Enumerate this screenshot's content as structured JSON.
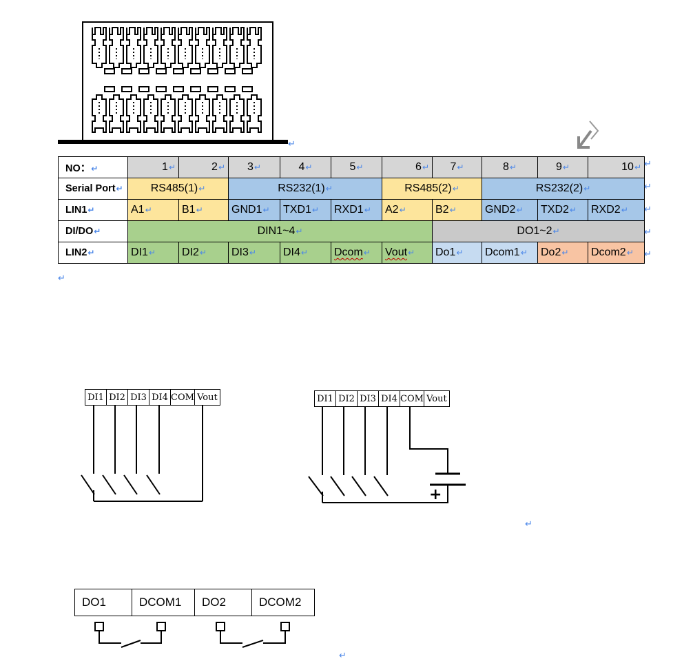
{
  "pin_table": {
    "rows": [
      {
        "header": "NO：",
        "cells": [
          {
            "text": "1",
            "span": 1,
            "color": "gray",
            "align": "right"
          },
          {
            "text": "2",
            "span": 1,
            "color": "gray",
            "align": "right"
          },
          {
            "text": "3",
            "span": 1,
            "color": "gray",
            "align": "center"
          },
          {
            "text": "4",
            "span": 1,
            "color": "gray",
            "align": "center"
          },
          {
            "text": "5",
            "span": 1,
            "color": "gray",
            "align": "center"
          },
          {
            "text": "6",
            "span": 1,
            "color": "gray",
            "align": "right"
          },
          {
            "text": "7",
            "span": 1,
            "color": "gray",
            "align": "center"
          },
          {
            "text": "8",
            "span": 1,
            "color": "gray",
            "align": "center"
          },
          {
            "text": "9",
            "span": 1,
            "color": "gray",
            "align": "center"
          },
          {
            "text": "10",
            "span": 1,
            "color": "gray",
            "align": "right"
          }
        ]
      },
      {
        "header": "Serial Port",
        "cells": [
          {
            "text": "RS485(1)",
            "span": 2,
            "color": "yellow",
            "align": "center"
          },
          {
            "text": "RS232(1)",
            "span": 3,
            "color": "blue",
            "align": "center"
          },
          {
            "text": "RS485(2)",
            "span": 2,
            "color": "yellow",
            "align": "center"
          },
          {
            "text": "RS232(2)",
            "span": 3,
            "color": "blue",
            "align": "center"
          }
        ]
      },
      {
        "header": "LIN1",
        "cells": [
          {
            "text": "A1",
            "span": 1,
            "color": "yellow",
            "align": "left"
          },
          {
            "text": "B1",
            "span": 1,
            "color": "yellow",
            "align": "left"
          },
          {
            "text": "GND1",
            "span": 1,
            "color": "blue",
            "align": "left"
          },
          {
            "text": "TXD1",
            "span": 1,
            "color": "blue",
            "align": "left"
          },
          {
            "text": "RXD1",
            "span": 1,
            "color": "blue",
            "align": "left"
          },
          {
            "text": "A2",
            "span": 1,
            "color": "yellow",
            "align": "left"
          },
          {
            "text": "B2",
            "span": 1,
            "color": "yellow",
            "align": "left"
          },
          {
            "text": "GND2",
            "span": 1,
            "color": "blue",
            "align": "left"
          },
          {
            "text": "TXD2",
            "span": 1,
            "color": "blue",
            "align": "left"
          },
          {
            "text": "RXD2",
            "span": 1,
            "color": "blue",
            "align": "left"
          }
        ]
      },
      {
        "header": "DI/DO",
        "cells": [
          {
            "text": "DIN1~4",
            "span": 6,
            "color": "green",
            "align": "center"
          },
          {
            "text": "DO1~2",
            "span": 4,
            "color": "dgray",
            "align": "center"
          }
        ]
      },
      {
        "header": "LIN2",
        "cells": [
          {
            "text": "DI1",
            "span": 1,
            "color": "green",
            "align": "left"
          },
          {
            "text": "DI2",
            "span": 1,
            "color": "green",
            "align": "left"
          },
          {
            "text": "DI3",
            "span": 1,
            "color": "green",
            "align": "left"
          },
          {
            "text": "DI4",
            "span": 1,
            "color": "green",
            "align": "left"
          },
          {
            "text": "Dcom",
            "span": 1,
            "color": "green",
            "align": "left",
            "squiggle": true
          },
          {
            "text": "Vout",
            "span": 1,
            "color": "green",
            "align": "left",
            "squiggle": true
          },
          {
            "text": "Do1",
            "span": 1,
            "color": "lblue",
            "align": "left"
          },
          {
            "text": "Dcom1",
            "span": 1,
            "color": "lblue",
            "align": "left"
          },
          {
            "text": "Do2",
            "span": 1,
            "color": "orange",
            "align": "left"
          },
          {
            "text": "Dcom2",
            "span": 1,
            "color": "orange",
            "align": "left"
          }
        ]
      }
    ]
  },
  "wiring_left": {
    "labels": [
      "DI1",
      "DI2",
      "DI3",
      "DI4",
      "COM",
      "Vout"
    ]
  },
  "wiring_right": {
    "labels": [
      "DI1",
      "DI2",
      "DI3",
      "DI4",
      "COM",
      "Vout"
    ],
    "battery_sign": "+"
  },
  "do_table": {
    "labels": [
      "DO1",
      "DCOM1",
      "DO2",
      "DCOM2"
    ]
  },
  "paragraph_mark": "↵",
  "colors": {
    "gray": "#d6d6d6",
    "yellow": "#fde59c",
    "blue": "#a6c7e8",
    "lblue": "#c6dbf1",
    "green": "#a8d08d",
    "dgray": "#c9c9c9",
    "orange": "#f8c4a3",
    "paragraph_mark": "#4a86e8"
  }
}
